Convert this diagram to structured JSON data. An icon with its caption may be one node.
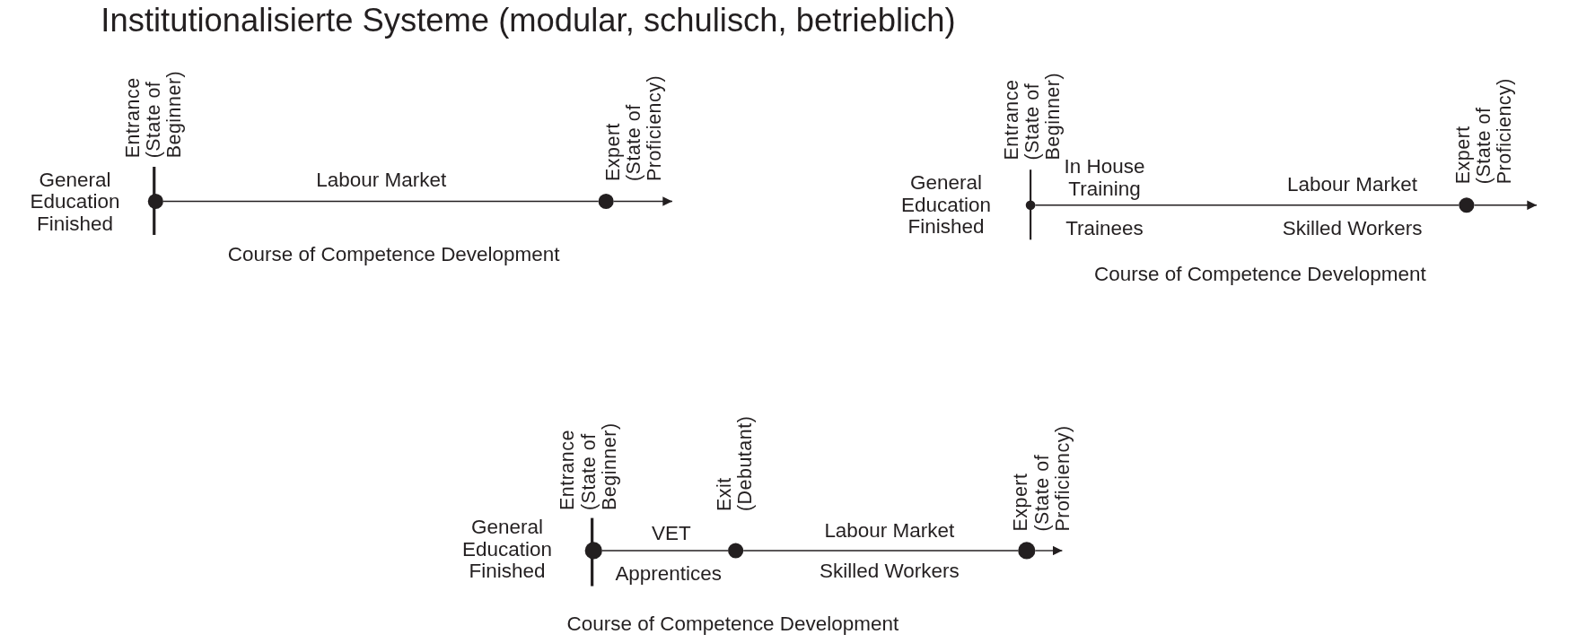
{
  "diagram": {
    "title": "Institutionalisierte Systeme (modular, schulisch, betrieblich)",
    "nodes": [
      {
        "text": [],
        "shape": "circle",
        "beside": [
          "Entrance (State of Beginner)",
          "General Education Finished"
        ]
      },
      {
        "text": [],
        "shape": "circle",
        "beside": [
          "Expert (State of Proficiency)"
        ]
      },
      {
        "text": [],
        "shape": "circle",
        "beside": [
          "Entrance (State of Beginner)",
          "General Education Finished"
        ]
      },
      {
        "text": [],
        "shape": "circle",
        "beside": [
          "Expert (State of Proficiency)"
        ]
      },
      {
        "text": [],
        "shape": "circle",
        "beside": [
          "Entrance (State of Beginner)",
          "General Education Finished"
        ]
      },
      {
        "text": [],
        "shape": "circle",
        "beside": [
          "Exit (Debutant)"
        ]
      },
      {
        "text": [],
        "shape": "circle",
        "beside": [
          "Expert (State of Proficiency)"
        ]
      }
    ],
    "edges": [
      {
        "from": 0,
        "to": 1,
        "arrow": "none"
      },
      {
        "from": 1,
        "to": null,
        "arrow": "to"
      },
      {
        "from": 2,
        "to": 3,
        "arrow": "none"
      },
      {
        "from": 3,
        "to": null,
        "arrow": "to"
      },
      {
        "from": 4,
        "to": 5,
        "arrow": "none"
      },
      {
        "from": 5,
        "to": 6,
        "arrow": "none"
      },
      {
        "from": 6,
        "to": null,
        "arrow": "to"
      }
    ],
    "labels": [
      "Labour Market",
      "Course of Competence Development",
      "In House Training",
      "Labour Market",
      "Trainees",
      "Skilled Workers",
      "Course of Competence Development",
      "VET",
      "Labour Market",
      "Apprentices",
      "Skilled Workers",
      "Course of Competence Development"
    ]
  }
}
